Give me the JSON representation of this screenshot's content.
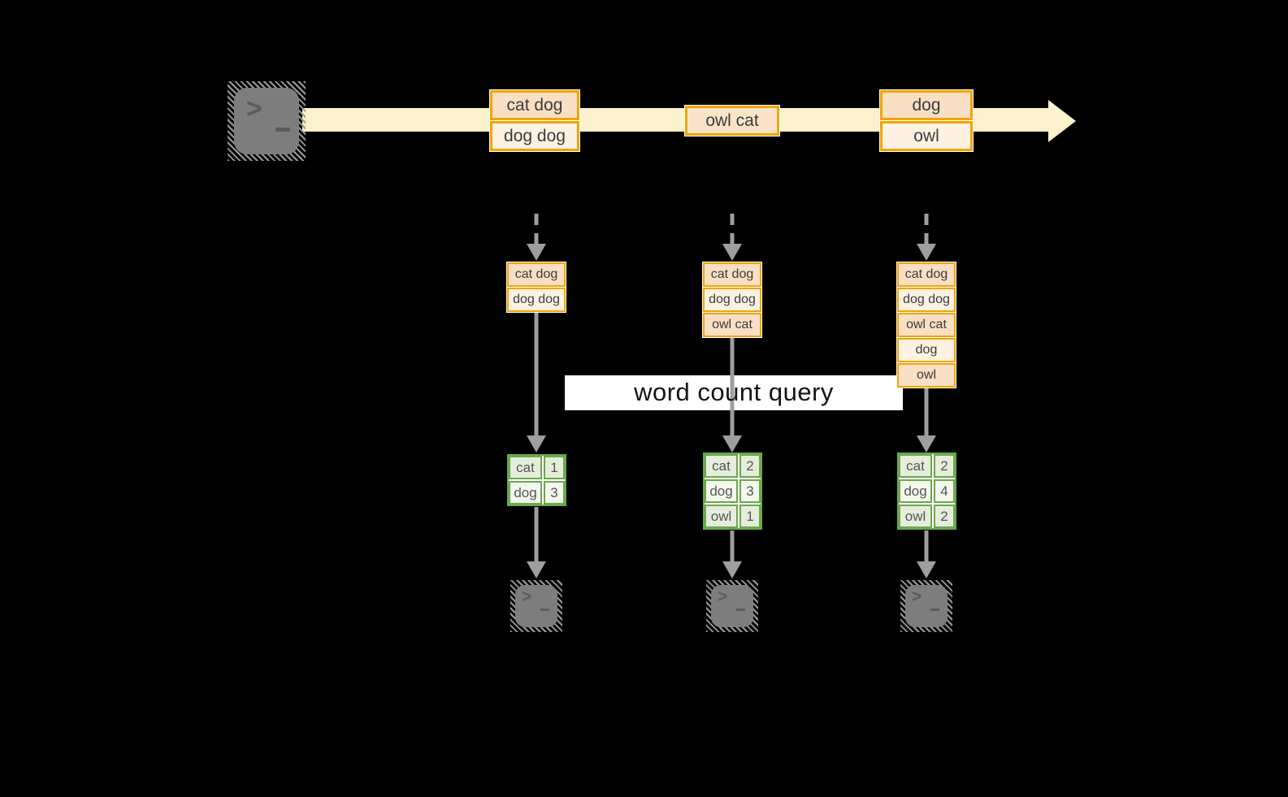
{
  "query_label": "word count query",
  "icons": {
    "prompt_chevron": ">",
    "source_terminal": "terminal-prompt-icon",
    "sink_terminal": "terminal-prompt-icon",
    "stream_arrow": "right-arrow",
    "flow_arrows": "down-arrow"
  },
  "colors": {
    "background": "#000000",
    "stream_band": "#FBF1CC",
    "record_border": "#F0A500",
    "record_fill_dark": "#F9DFC3",
    "record_fill_light": "#FDF2E2",
    "table_border": "#6BA84D",
    "table_row_odd": "#E5EEDC",
    "table_row_even": "#F3F7EE",
    "arrow_gray": "#9E9E9E",
    "terminal_gray": "#7D7D7D",
    "query_band": "#FFFFFF"
  },
  "stream": {
    "batches": [
      [
        "cat dog",
        "dog dog"
      ],
      [
        "owl cat"
      ],
      [
        "dog",
        "owl"
      ]
    ]
  },
  "buffers": [
    [
      "cat dog",
      "dog dog"
    ],
    [
      "cat dog",
      "dog dog",
      "owl cat"
    ],
    [
      "cat dog",
      "dog dog",
      "owl cat",
      "dog",
      "owl"
    ]
  ],
  "results": [
    [
      [
        "cat",
        "1"
      ],
      [
        "dog",
        "3"
      ]
    ],
    [
      [
        "cat",
        "2"
      ],
      [
        "dog",
        "3"
      ],
      [
        "owl",
        "1"
      ]
    ],
    [
      [
        "cat",
        "2"
      ],
      [
        "dog",
        "4"
      ],
      [
        "owl",
        "2"
      ]
    ]
  ]
}
